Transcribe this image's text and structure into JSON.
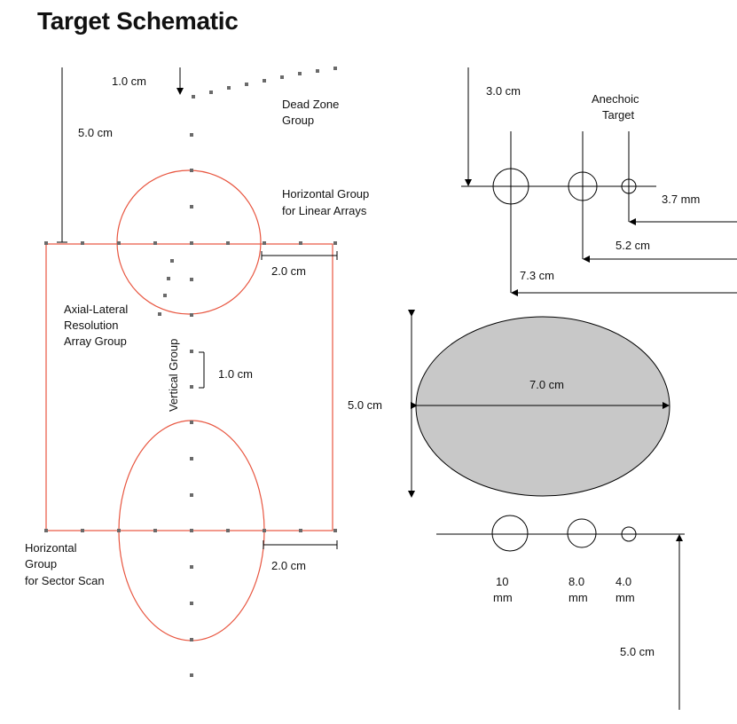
{
  "title": "Target Schematic",
  "labels": {
    "dead_zone_distance": "1.0 cm",
    "top_distance": "5.0 cm",
    "dead_zone_group": [
      "Dead Zone",
      "Group"
    ],
    "horizontal_linear": [
      "Horizontal Group",
      "for Linear Arrays"
    ],
    "axial_lateral": [
      "Axial-Lateral",
      "Resolution",
      "Array Group"
    ],
    "vertical_group": "Vertical Group",
    "upper_offset": "2.0 cm",
    "vertical_spacing": "1.0 cm",
    "horizontal_sector": [
      "Horizontal",
      "Group",
      "for Sector Scan"
    ],
    "lower_offset": "2.0 cm",
    "anechoic_depth": "3.0 cm",
    "anechoic_target": [
      "Anechoic",
      "Target"
    ],
    "dim_3_7": "3.7 mm",
    "dim_5_2": "5.2 cm",
    "dim_7_3": "7.3 cm",
    "ellipse_width": "7.0 cm",
    "ellipse_height": "5.0 cm",
    "size_10": [
      "10",
      "mm"
    ],
    "size_8": [
      "8.0",
      "mm"
    ],
    "size_4": [
      "4.0",
      "mm"
    ],
    "bottom_distance": "5.0 cm"
  },
  "colors": {
    "outline": "#e8553f",
    "ellipse_fill": "#c8c8c8",
    "dots": "#6a6a6a"
  }
}
